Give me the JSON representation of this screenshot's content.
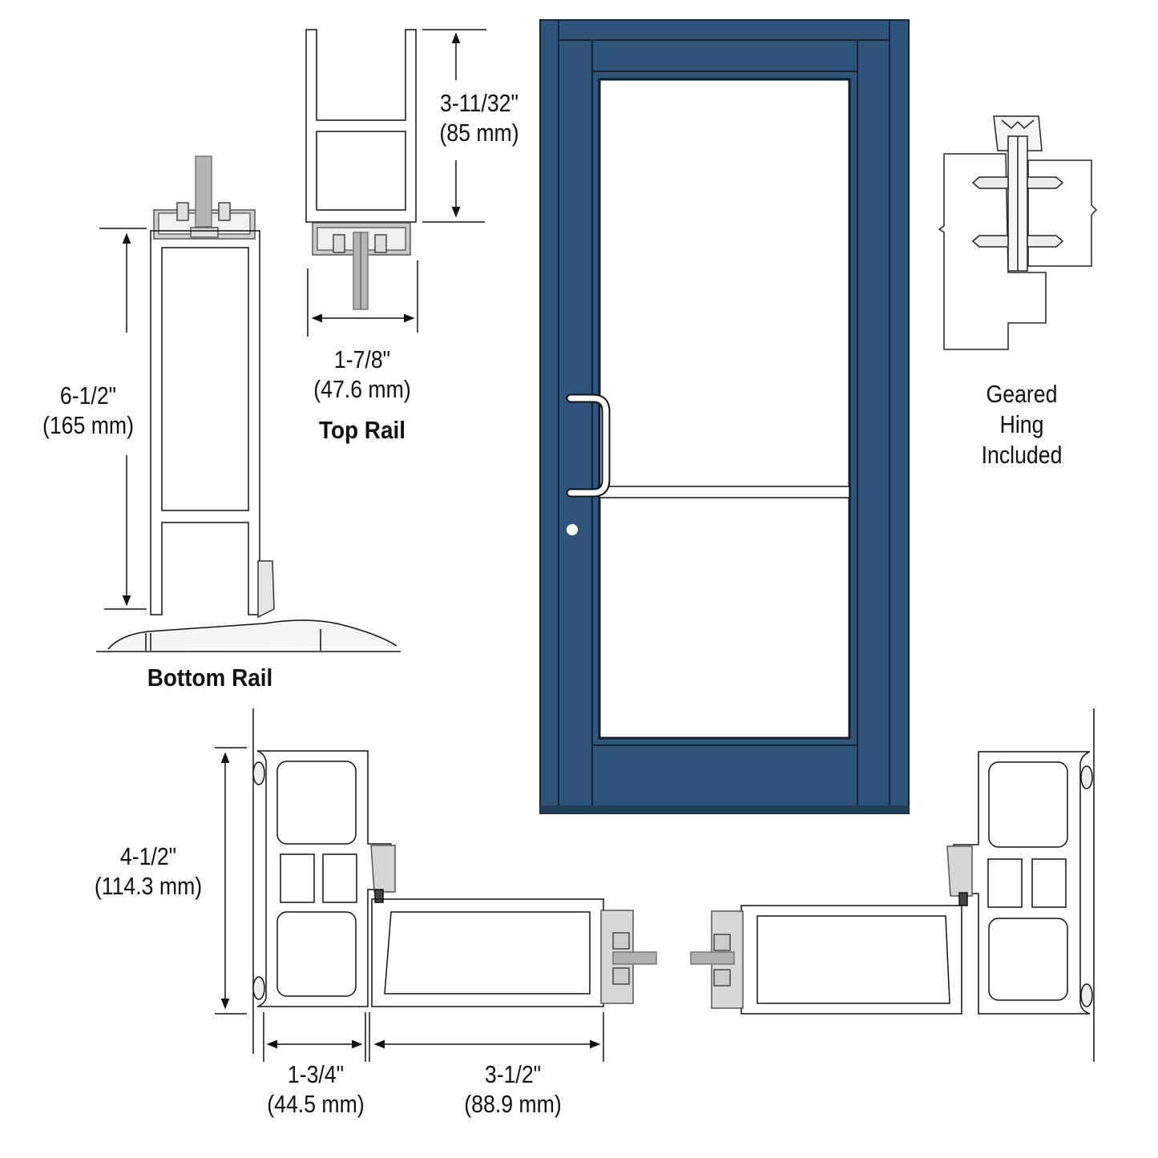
{
  "colors": {
    "door_blue": "#2f5479",
    "door_outline": "#14243a",
    "line": "#111111",
    "metal_gray": "#a8a8a8"
  },
  "door": {
    "style": "narrow stile glass door with push handle and horizontal push bar",
    "finish": "blue"
  },
  "top_rail": {
    "title": "Top Rail",
    "height_in": "3-11/32\"",
    "height_mm": "(85 mm)",
    "width_in": "1-7/8\"",
    "width_mm": "(47.6 mm)"
  },
  "bottom_rail": {
    "title": "Bottom Rail",
    "height_in": "6-1/2\"",
    "height_mm": "(165 mm)"
  },
  "hinge": {
    "line1": "Geared",
    "line2": "Hing",
    "line3": "Included"
  },
  "stile_section": {
    "frame_height_in": "4-1/2\"",
    "frame_height_mm": "(114.3 mm)",
    "frame_depth_in": "1-3/4\"",
    "frame_depth_mm": "(44.5 mm)",
    "stile_width_in": "3-1/2\"",
    "stile_width_mm": "(88.9 mm)"
  }
}
